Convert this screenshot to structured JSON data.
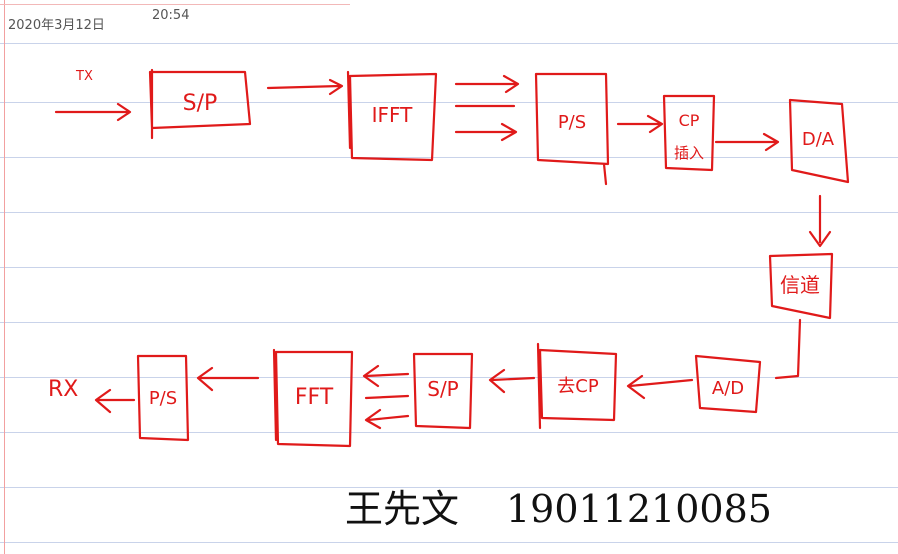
{
  "note": {
    "date": "2020年3月12日",
    "time": "20:54"
  },
  "colors": {
    "ink": "#e01a1a",
    "signature_ink": "#111111",
    "rule_line": "#c9d3ea",
    "margin": "#f2a0a0"
  },
  "diagram": {
    "tx_label": "TX",
    "rx_label": "RX",
    "tx_blocks": [
      "S/P",
      "IFFT",
      "P/S",
      "CP",
      "D/A"
    ],
    "cp_sub": "插入",
    "channel": "信道",
    "rx_blocks": [
      "A/D",
      "去CP",
      "S/P",
      "FFT",
      "P/S"
    ]
  },
  "signature": {
    "name": "王先文",
    "number": "19011210085"
  }
}
